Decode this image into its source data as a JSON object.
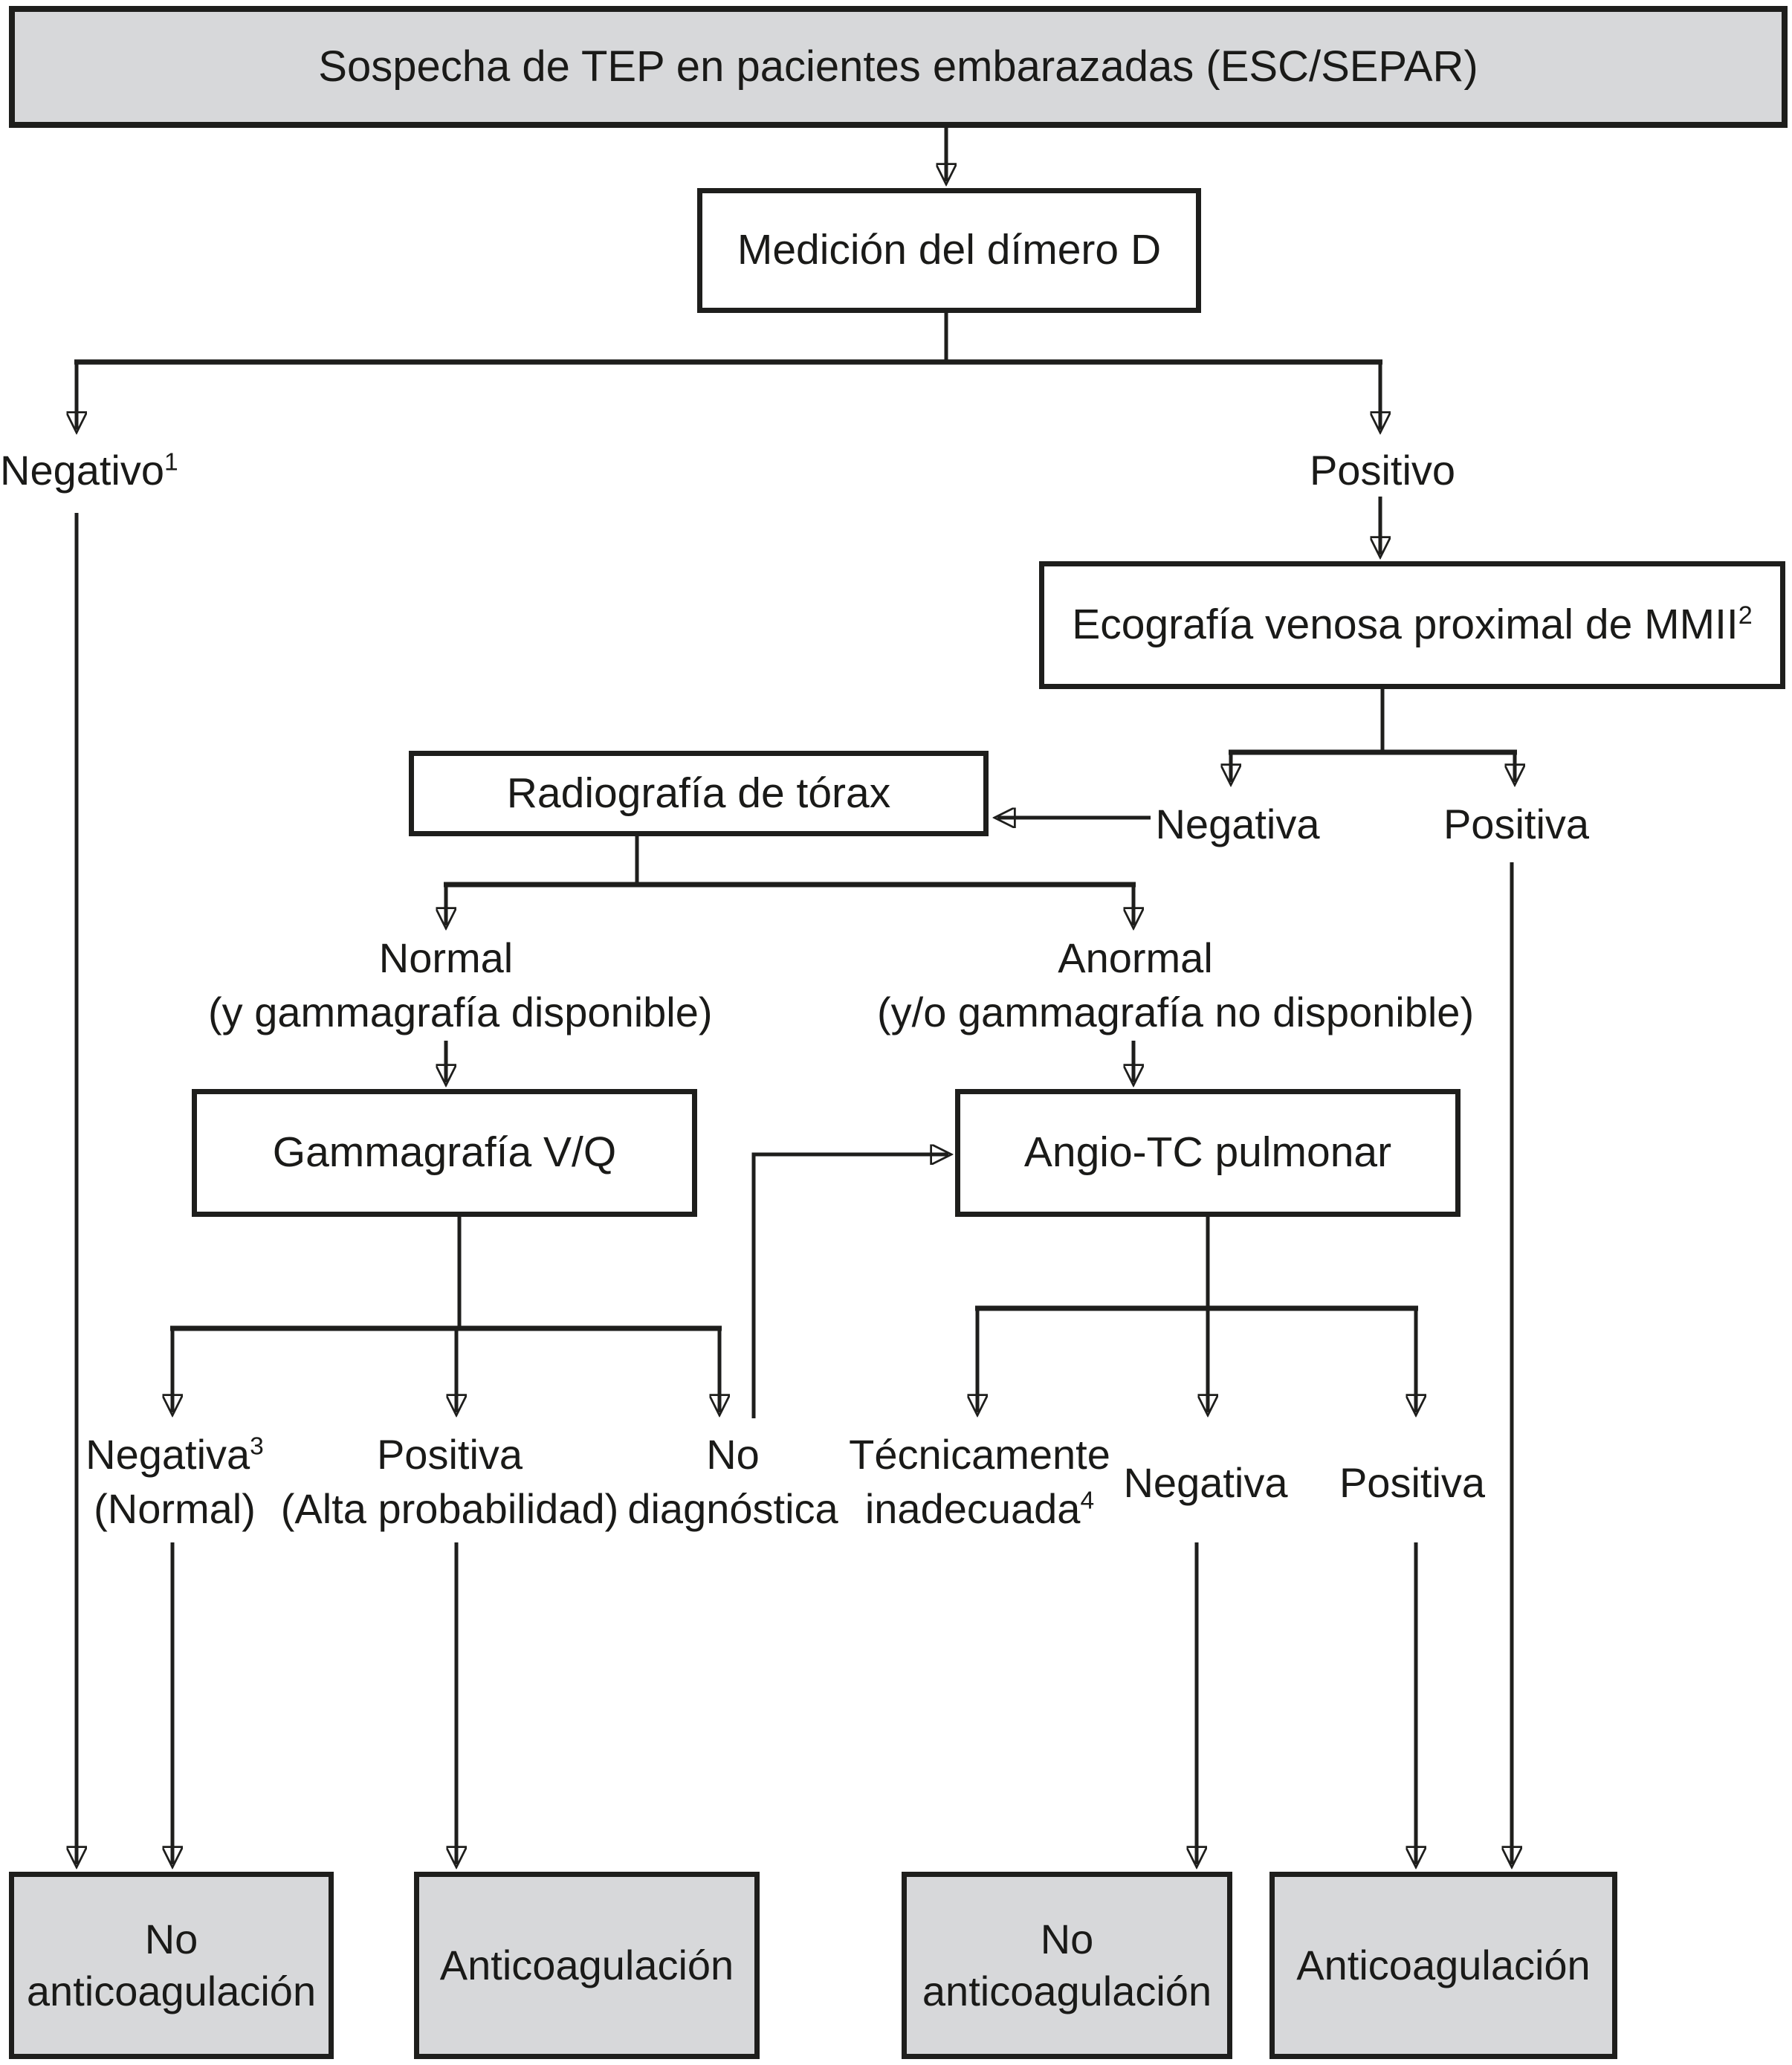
{
  "colors": {
    "line": "#1e1e1c",
    "gray_fill": "#d7d8da",
    "white_fill": "#ffffff"
  },
  "title": {
    "text": "Sospecha de TEP en pacientes embarazadas (ESC/SEPAR)"
  },
  "nodes": {
    "dimero": {
      "text": "Medición del dímero D"
    },
    "ecografia": {
      "text": "Ecografía venosa proximal de MMII",
      "sup": "2"
    },
    "radiografia": {
      "text": "Radiografía de tórax"
    },
    "gammagrafia": {
      "text": "Gammagrafía V/Q"
    },
    "angiotc": {
      "text": "Angio-TC pulmonar"
    }
  },
  "branch_labels": {
    "dimero_negativo": {
      "text": "Negativo",
      "sup": "1"
    },
    "dimero_positivo": {
      "text": "Positivo"
    },
    "eco_negativa": {
      "text": "Negativa"
    },
    "eco_positiva": {
      "text": "Positiva"
    },
    "rx_normal": {
      "line1": "Normal",
      "line2": "(y gammagrafía disponible)"
    },
    "rx_anormal": {
      "line1": "Anormal",
      "line2": "(y/o gammagrafía no disponible)"
    },
    "vq_negativa": {
      "line1": "Negativa",
      "sup": "3",
      "line2": "(Normal)"
    },
    "vq_positiva": {
      "line1": "Positiva",
      "line2": "(Alta probabilidad)"
    },
    "vq_no_diagnostica": {
      "line1": "No",
      "line2": "diagnóstica"
    },
    "tc_inadecuada": {
      "line1": "Técnicamente",
      "line2": "inadecuada",
      "sup": "4"
    },
    "tc_negativa": {
      "text": "Negativa"
    },
    "tc_positiva": {
      "text": "Positiva"
    }
  },
  "outcomes": [
    {
      "text": "No anticoagulación"
    },
    {
      "text": "Anticoagulación"
    },
    {
      "text": "No anticoagulación"
    },
    {
      "text": "Anticoagulación"
    }
  ]
}
